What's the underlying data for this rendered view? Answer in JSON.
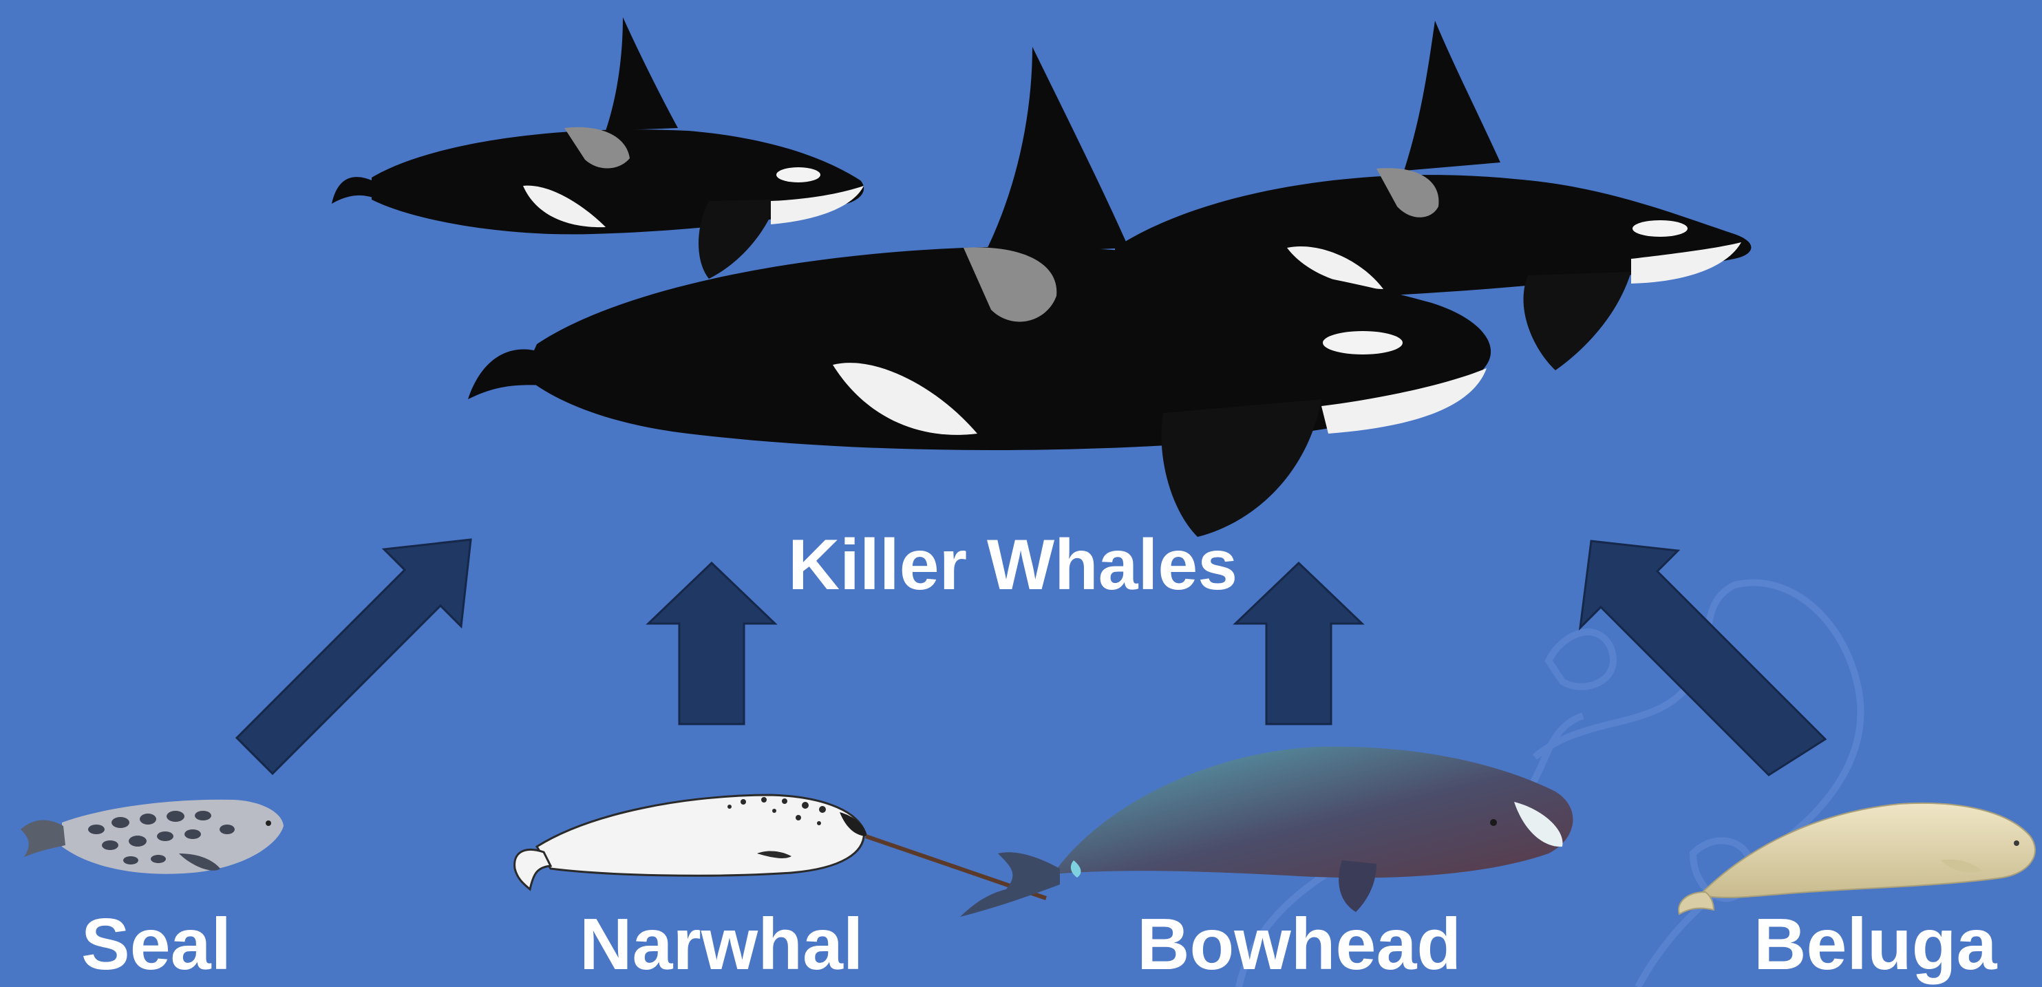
{
  "predator": {
    "label": "Killer Whales"
  },
  "prey": [
    {
      "label": "Seal"
    },
    {
      "label": "Narwhal"
    },
    {
      "label": "Bowhead"
    },
    {
      "label": "Beluga"
    }
  ],
  "colors": {
    "background": "#4a76c6",
    "arrow": "#203864",
    "text": "#ffffff"
  }
}
